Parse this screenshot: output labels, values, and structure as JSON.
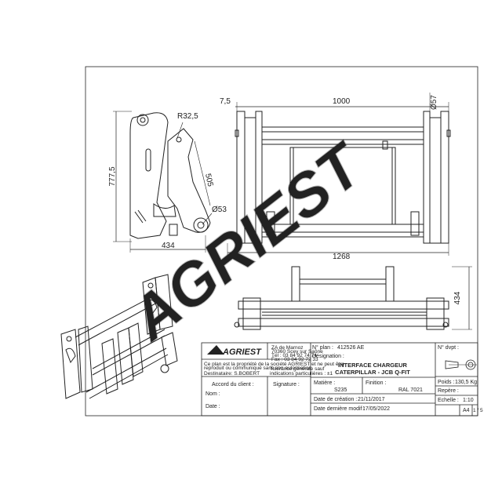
{
  "dimensions": {
    "r_top": "R32,5",
    "d_sleeve": "505",
    "d_pin": "Ø53",
    "height": "777,5",
    "side_depth": "434",
    "offset": "7,5",
    "inner_width": "1000",
    "tube_d": "Ø57",
    "outer_width": "1268",
    "bottom_depth": "434"
  },
  "watermark": "AGRIEST",
  "title_block": {
    "brand": "AGRIEST",
    "address": [
      "ZA de Marnoz",
      "70360 Scey sur Saône",
      "Tél : 03 84 92 74 74",
      "Fax : 03 84 92 72 33"
    ],
    "ownership": [
      "Ce plan est la propriété de la société AGRIEST et ne peut être",
      "reproduit ou communiqué sans son autorisation"
    ],
    "recipient": "Destinataire: S.BOBERT",
    "tolerance": [
      "Tolérance générale sauf",
      "indications particulières : ±1"
    ],
    "plan_label": "N° plan :",
    "plan_number": "412526 AE",
    "designation_label": "Désignation :",
    "designation_line1": "INTERFACE CHARGEUR",
    "designation_line2": "CATERPILLAR - JCB Q-FIT",
    "client_label": "Accord du client :",
    "signature_label": "Signature :",
    "name_label": "Nom :",
    "date_label": "Date :",
    "material_label": "Matière :",
    "material_value": "S235",
    "finish_label": "Finition :",
    "finish_value": "RAL 7021",
    "created_label": "Date de création :",
    "created_value": "21/11/2017",
    "modified_label": "Date dernière modif :",
    "modified_value": "17/05/2022",
    "drawn_label": "N° dvpt :",
    "weight_label": "Poids :",
    "weight_value": "130,5 Kg",
    "marks_label": "Repère :",
    "scale_label": "Echelle :",
    "scale_value": "1:10",
    "format_value": "A4",
    "page_value": "1 / 5"
  }
}
